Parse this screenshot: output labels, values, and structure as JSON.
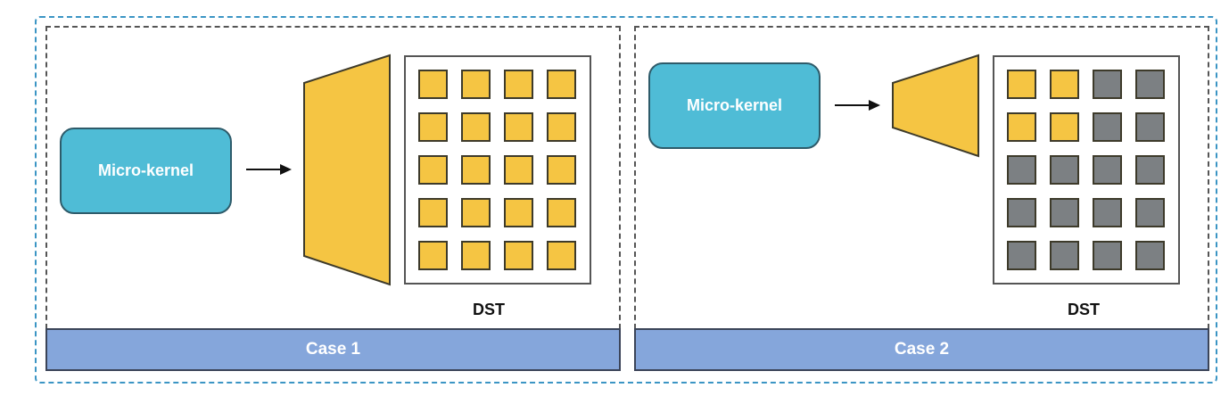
{
  "colors": {
    "outer_border": "#3b95c4",
    "panel_border": "#555555",
    "caption_fill": "#85a6db",
    "micro_kernel_fill": "#4fbcd6",
    "active_cell": "#f5c543",
    "inactive_cell": "#7c8083",
    "trapezoid_fill": "#f5c543"
  },
  "panels": [
    {
      "micro_kernel_label": "Micro-kernel",
      "dst_label": "DST",
      "caption": "Case 1",
      "grid": {
        "rows": 5,
        "cols": 4,
        "active": [
          [
            1,
            1,
            1,
            1
          ],
          [
            1,
            1,
            1,
            1
          ],
          [
            1,
            1,
            1,
            1
          ],
          [
            1,
            1,
            1,
            1
          ],
          [
            1,
            1,
            1,
            1
          ]
        ]
      }
    },
    {
      "micro_kernel_label": "Micro-kernel",
      "dst_label": "DST",
      "caption": "Case 2",
      "grid": {
        "rows": 5,
        "cols": 4,
        "active": [
          [
            1,
            1,
            0,
            0
          ],
          [
            1,
            1,
            0,
            0
          ],
          [
            0,
            0,
            0,
            0
          ],
          [
            0,
            0,
            0,
            0
          ],
          [
            0,
            0,
            0,
            0
          ]
        ]
      }
    }
  ]
}
